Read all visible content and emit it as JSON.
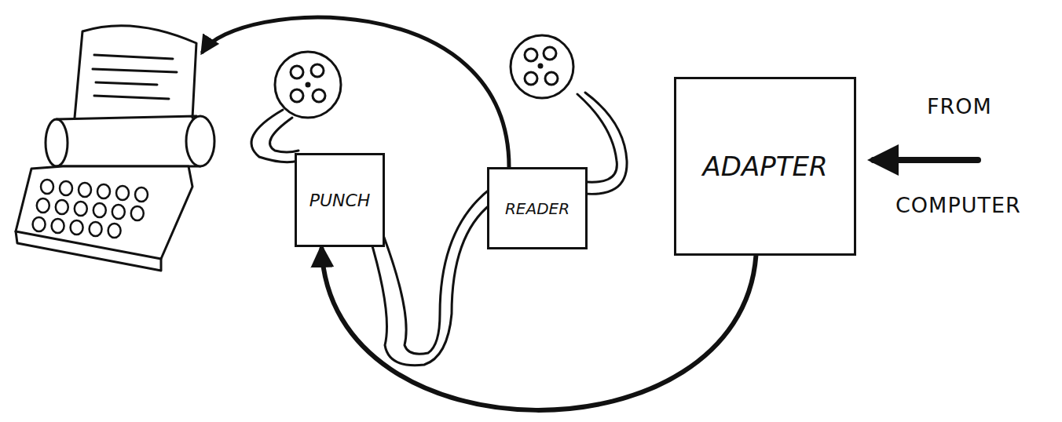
{
  "diagram": {
    "nodes": [
      {
        "text": [
          "PUNCH"
        ]
      },
      {
        "text": [
          "READER"
        ]
      },
      {
        "text": [
          "ADAPTER"
        ]
      }
    ],
    "edges": [
      {
        "from": 2,
        "to": 0,
        "arrow": "to"
      }
    ],
    "labels": [
      "FROM",
      "COMPUTER"
    ]
  }
}
